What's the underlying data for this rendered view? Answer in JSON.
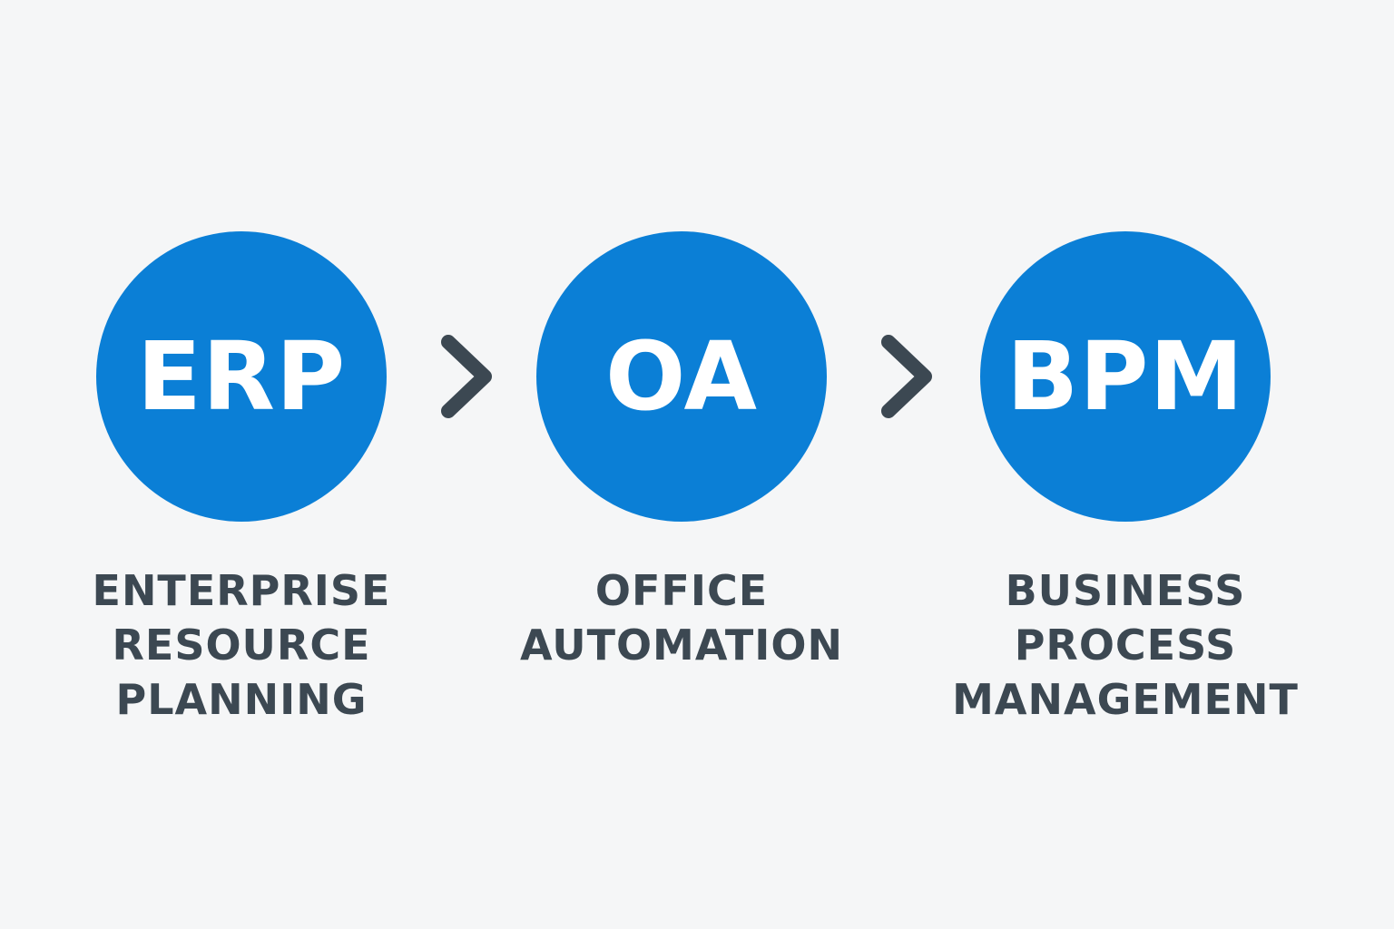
{
  "colors": {
    "background": "#f5f6f7",
    "circle": "#0b7fd6",
    "abbreviation_text": "#ffffff",
    "label_text": "#3c4852",
    "arrow": "#3c4852"
  },
  "steps": [
    {
      "abbreviation": "ERP",
      "label_lines": [
        "ENTERPRISE",
        "RESOURCE",
        "PLANNING"
      ]
    },
    {
      "abbreviation": "OA",
      "label_lines": [
        "OFFICE",
        "AUTOMATION"
      ]
    },
    {
      "abbreviation": "BPM",
      "label_lines": [
        "BUSINESS",
        "PROCESS",
        "MANAGEMENT"
      ]
    }
  ],
  "connectors": [
    {
      "icon": "chevron-right-icon"
    },
    {
      "icon": "chevron-right-icon"
    }
  ]
}
